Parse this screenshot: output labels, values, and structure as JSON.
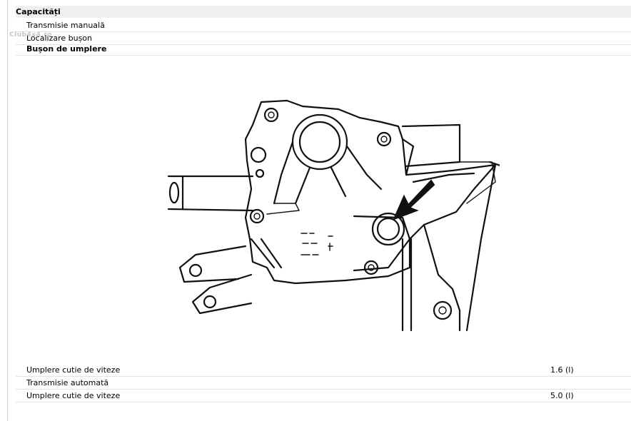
{
  "header": {
    "title": "Capacități"
  },
  "watermark": {
    "text": "Club4x4.ro"
  },
  "rows": {
    "manual": "Transmisie manuală",
    "locate": "Localizare bușon",
    "plug": "Bușon de umplere"
  },
  "table": [
    {
      "label": "Umplere cutie de viteze",
      "value": "1.6 (l)"
    },
    {
      "label": "Transmisie automată",
      "value": ""
    },
    {
      "label": "Umplere cutie de viteze",
      "value": "5.0 (l)"
    }
  ]
}
